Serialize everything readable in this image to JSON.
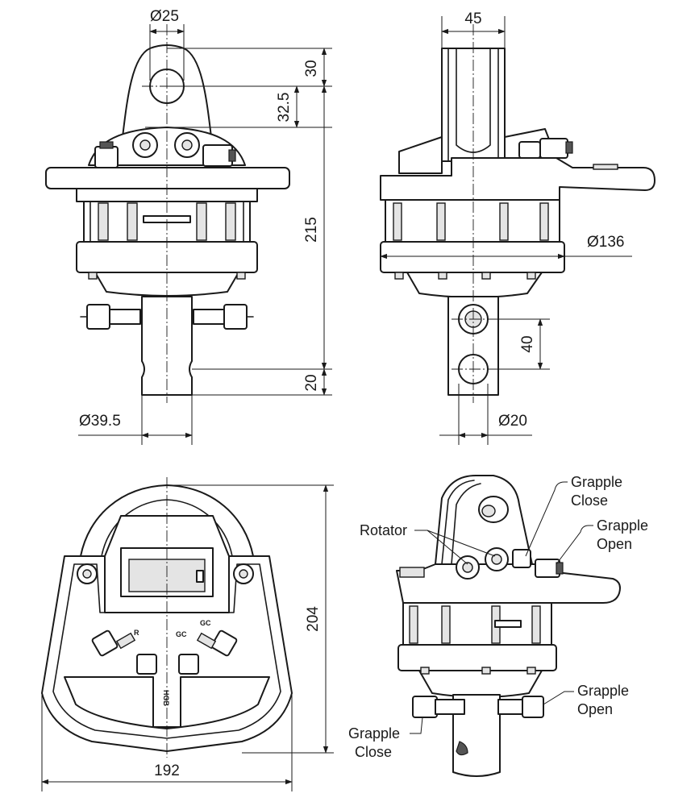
{
  "dimensions": {
    "eye_diameter": "Ø25",
    "eye_width": "45",
    "top_offset": "30",
    "eye_center_offset": "32.5",
    "overall_height": "215",
    "flange_diameter": "Ø136",
    "pin_spacing": "40",
    "bottom_offset": "20",
    "shaft_diameter": "Ø39.5",
    "pin_diameter": "Ø20",
    "base_height": "204",
    "base_width": "192"
  },
  "callouts": {
    "grapple_close_top_line1": "Grapple",
    "grapple_close_top_line2": "Close",
    "rotator": "Rotator",
    "grapple_open_top_line1": "Grapple",
    "grapple_open_top_line2": "Open",
    "grapple_open_bottom_line1": "Grapple",
    "grapple_open_bottom_line2": "Open",
    "grapple_close_bottom_line1": "Grapple",
    "grapple_close_bottom_line2": "Close"
  },
  "port_marks": {
    "r": "R",
    "gc1": "GC",
    "gc2": "GC",
    "brand": "HGB"
  }
}
